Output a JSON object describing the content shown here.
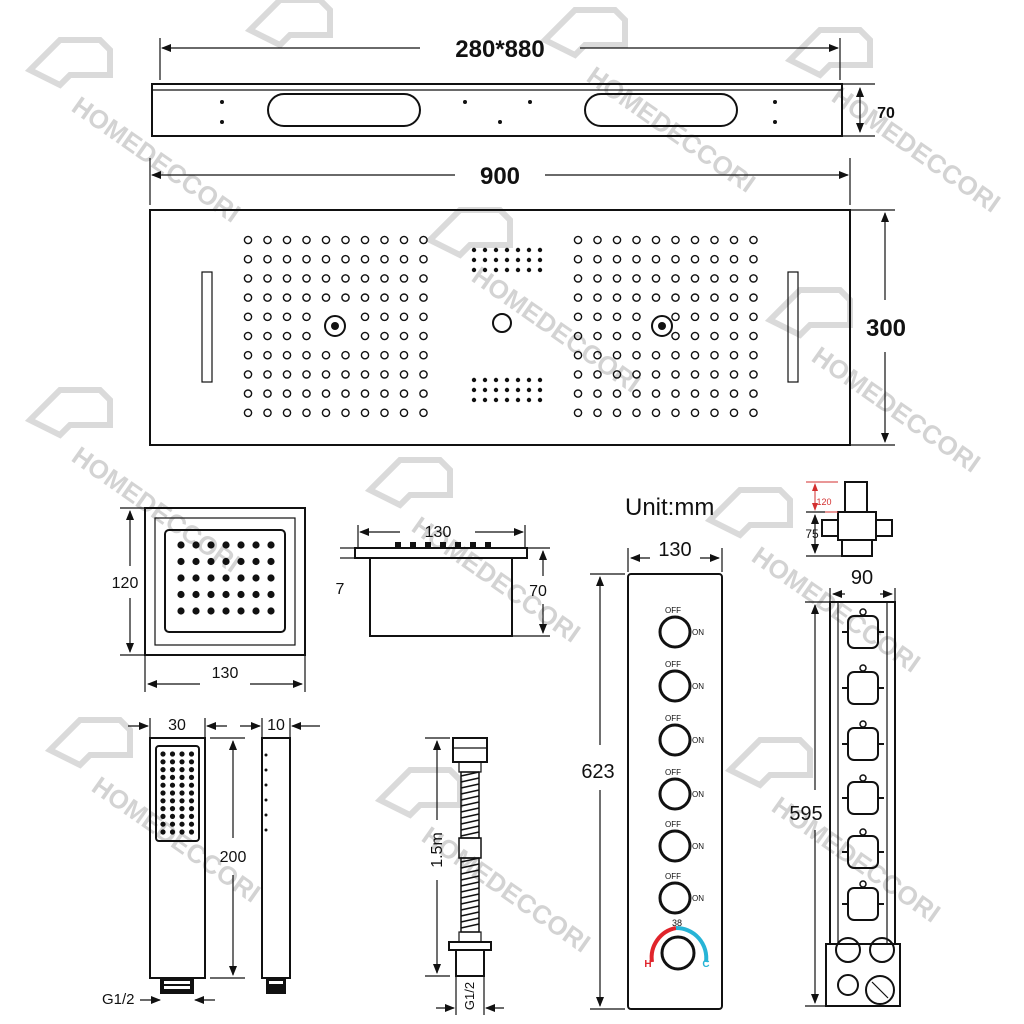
{
  "watermark": {
    "brand": "HOMEDECCORI",
    "color": "#cfcfcf"
  },
  "unit_label": "Unit:mm",
  "overhead_shower": {
    "top_view_width": "280*880",
    "top_view_height": "70",
    "front_width": "900",
    "front_height": "300"
  },
  "side_shower": {
    "height": "120",
    "width": "130",
    "side_width": "130",
    "plate_thickness": "7",
    "depth": "70"
  },
  "hand_shower": {
    "width": "30",
    "thickness": "10",
    "length": "200",
    "thread": "G1/2"
  },
  "hose": {
    "length": "1.5m",
    "thread": "G1/2"
  },
  "control_panel": {
    "width": "130",
    "height": "623",
    "switch_off_label": "OFF",
    "switch_on_label": "ON",
    "switch_count": 6,
    "thermostat_value": "38",
    "hot_label": "H",
    "cold_label": "C",
    "hot_color": "#e0242b",
    "cold_color": "#27b4d6"
  },
  "valve_body": {
    "dim_top": "120",
    "dim_top_color": "#d32f2f",
    "dim_depth": "75",
    "width": "90",
    "height": "595"
  }
}
